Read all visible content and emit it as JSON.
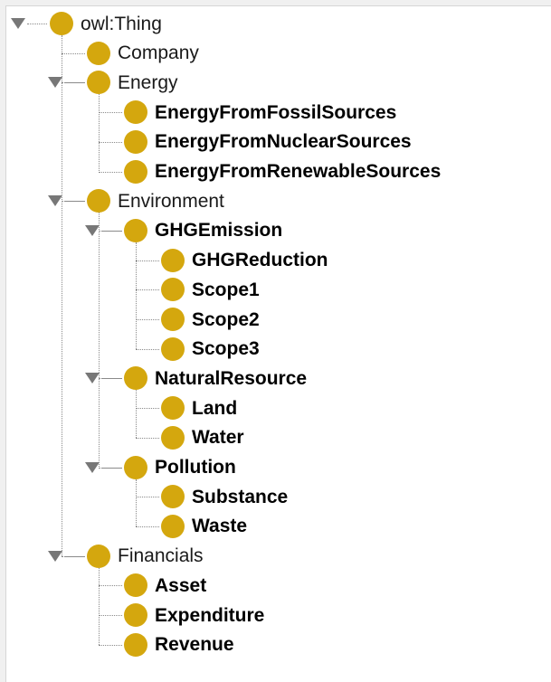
{
  "theme": {
    "class_dot_color": "#d4a70e",
    "toggle_color": "#777777",
    "line_color": "#8a8a8a"
  },
  "tree": [
    {
      "id": "owl-thing",
      "label": "owl:Thing",
      "depth": 0,
      "bold": false,
      "expanded": true,
      "icon": "class-circle-icon"
    },
    {
      "id": "company",
      "label": "Company",
      "depth": 1,
      "bold": false,
      "expanded": null,
      "icon": "class-circle-icon"
    },
    {
      "id": "energy",
      "label": "Energy",
      "depth": 1,
      "bold": false,
      "expanded": true,
      "icon": "class-circle-icon"
    },
    {
      "id": "energy-from-fossil-sources",
      "label": "EnergyFromFossilSources",
      "depth": 2,
      "bold": true,
      "expanded": null,
      "icon": "class-circle-icon"
    },
    {
      "id": "energy-from-nuclear-sources",
      "label": "EnergyFromNuclearSources",
      "depth": 2,
      "bold": true,
      "expanded": null,
      "icon": "class-circle-icon"
    },
    {
      "id": "energy-from-renewable-sources",
      "label": "EnergyFromRenewableSources",
      "depth": 2,
      "bold": true,
      "expanded": null,
      "icon": "class-circle-icon"
    },
    {
      "id": "environment",
      "label": "Environment",
      "depth": 1,
      "bold": false,
      "expanded": true,
      "icon": "class-circle-icon"
    },
    {
      "id": "ghg-emission",
      "label": "GHGEmission",
      "depth": 2,
      "bold": true,
      "expanded": true,
      "icon": "class-circle-icon"
    },
    {
      "id": "ghg-reduction",
      "label": "GHGReduction",
      "depth": 3,
      "bold": true,
      "expanded": null,
      "icon": "class-circle-icon"
    },
    {
      "id": "scope1",
      "label": "Scope1",
      "depth": 3,
      "bold": true,
      "expanded": null,
      "icon": "class-circle-icon"
    },
    {
      "id": "scope2",
      "label": "Scope2",
      "depth": 3,
      "bold": true,
      "expanded": null,
      "icon": "class-circle-icon"
    },
    {
      "id": "scope3",
      "label": "Scope3",
      "depth": 3,
      "bold": true,
      "expanded": null,
      "icon": "class-circle-icon"
    },
    {
      "id": "natural-resource",
      "label": "NaturalResource",
      "depth": 2,
      "bold": true,
      "expanded": true,
      "icon": "class-circle-icon"
    },
    {
      "id": "land",
      "label": "Land",
      "depth": 3,
      "bold": true,
      "expanded": null,
      "icon": "class-circle-icon"
    },
    {
      "id": "water",
      "label": "Water",
      "depth": 3,
      "bold": true,
      "expanded": null,
      "icon": "class-circle-icon"
    },
    {
      "id": "pollution",
      "label": "Pollution",
      "depth": 2,
      "bold": true,
      "expanded": true,
      "icon": "class-circle-icon"
    },
    {
      "id": "substance",
      "label": "Substance",
      "depth": 3,
      "bold": true,
      "expanded": null,
      "icon": "class-circle-icon"
    },
    {
      "id": "waste",
      "label": "Waste",
      "depth": 3,
      "bold": true,
      "expanded": null,
      "icon": "class-circle-icon"
    },
    {
      "id": "financials",
      "label": "Financials",
      "depth": 1,
      "bold": false,
      "expanded": true,
      "icon": "class-circle-icon"
    },
    {
      "id": "asset",
      "label": "Asset",
      "depth": 2,
      "bold": true,
      "expanded": null,
      "icon": "class-circle-icon"
    },
    {
      "id": "expenditure",
      "label": "Expenditure",
      "depth": 2,
      "bold": true,
      "expanded": null,
      "icon": "class-circle-icon"
    },
    {
      "id": "revenue",
      "label": "Revenue",
      "depth": 2,
      "bold": true,
      "expanded": null,
      "icon": "class-circle-icon"
    }
  ]
}
